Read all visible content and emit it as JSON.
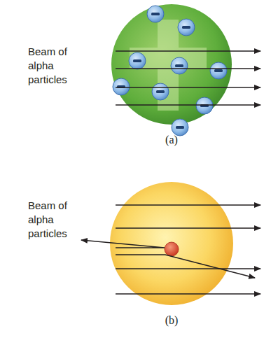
{
  "diagram": {
    "labels": [
      "Beam of alpha particles",
      "(a)",
      "Beam of alpha particles",
      "(b)"
    ]
  }
}
